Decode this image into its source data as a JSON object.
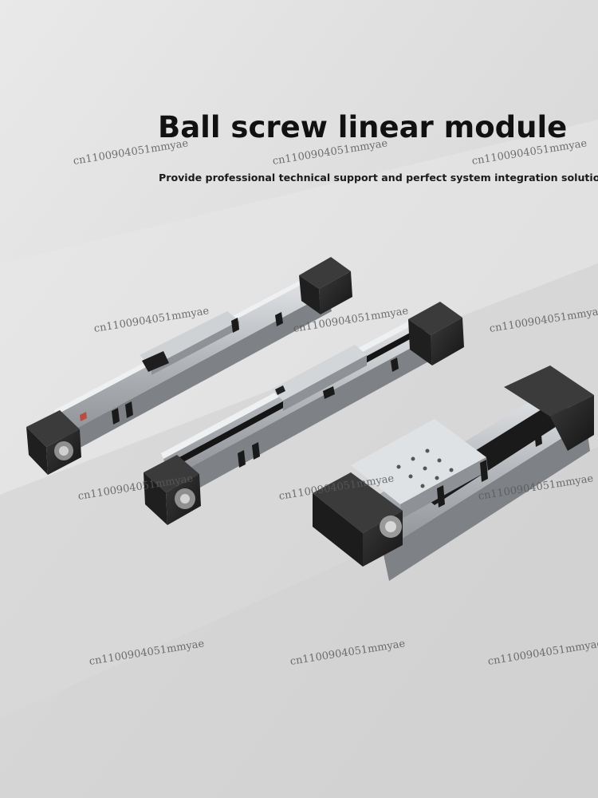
{
  "header": {
    "title": "Ball screw linear module",
    "subtitle": "Provide professional technical support and perfect system integration solutions"
  },
  "watermark": {
    "text": "cn1100904051mmyae"
  },
  "products": [
    {
      "name": "linear-module-left"
    },
    {
      "name": "linear-module-middle"
    },
    {
      "name": "linear-module-right"
    }
  ],
  "colors": {
    "background": "#dedede",
    "housing": "#2a2a2a",
    "rail": "#b9bcc0",
    "text": "#111111"
  }
}
